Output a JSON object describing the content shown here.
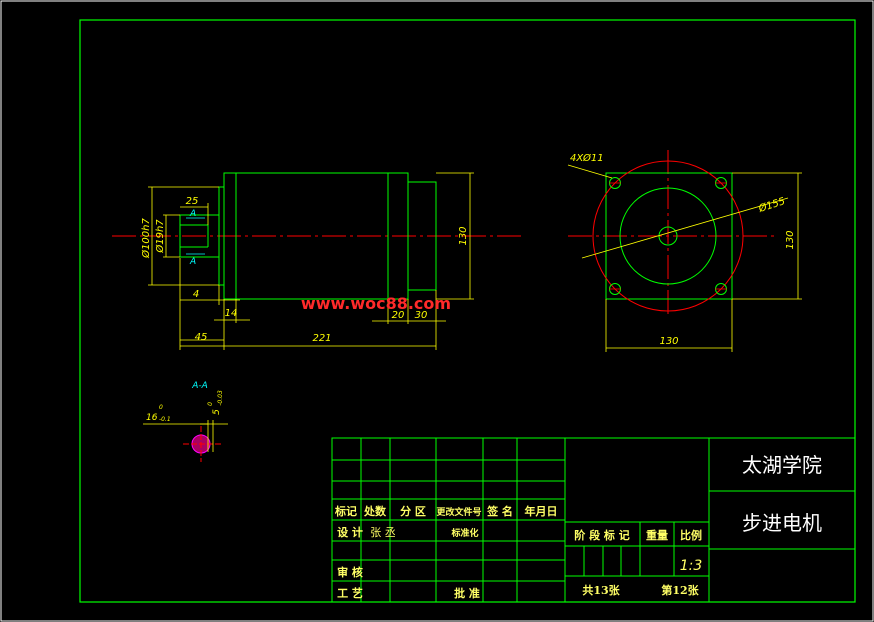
{
  "colors": {
    "background": "#000000",
    "frame": "#00ff00",
    "dim": "#ffff00",
    "center": "#ff0000",
    "outline": "#00ff00",
    "watermark": "#ff2a2a",
    "text_title": "#ffffff",
    "text_table": "#ffff66",
    "hatch": "#ff00ff"
  },
  "watermark": "www.woc88.com",
  "front_view": {
    "dims": {
      "len_221": "221",
      "len_45": "45",
      "len_14": "14",
      "len_20": "20",
      "len_30": "30",
      "len_4": "4",
      "len_25": "25",
      "dia_100": "Ø100h7",
      "dia_19": "Ø19h7",
      "height_130": "130"
    },
    "section_marks": {
      "upper": "A",
      "lower": "A"
    }
  },
  "side_view": {
    "holes": "4XØ11",
    "circle": "Ø155",
    "width_130": "130",
    "height_130": "130"
  },
  "section": {
    "label": "A-A",
    "dim_16": "16",
    "tol_16_up": "0",
    "tol_16_dn": "-0.1",
    "dim_5": "5",
    "tol_5": "0\n-0.03"
  },
  "title_block": {
    "school": "太湖学院",
    "drawing_name": "步进电机",
    "rev_headers": [
      "标记",
      "处数",
      "分 区",
      "更改文件号",
      "签 名",
      "年月日"
    ],
    "design_label": "设 计",
    "designer": "张 丞",
    "standardize_label": "标准化",
    "review_label": "审 核",
    "process_label": "工 艺",
    "approve_label": "批 准",
    "stage_label": "阶 段 标 记",
    "weight_label": "重量",
    "scale_label": "比例",
    "scale_value": "1:3",
    "total_sheets": "共13张",
    "sheet_no": "第12张"
  }
}
